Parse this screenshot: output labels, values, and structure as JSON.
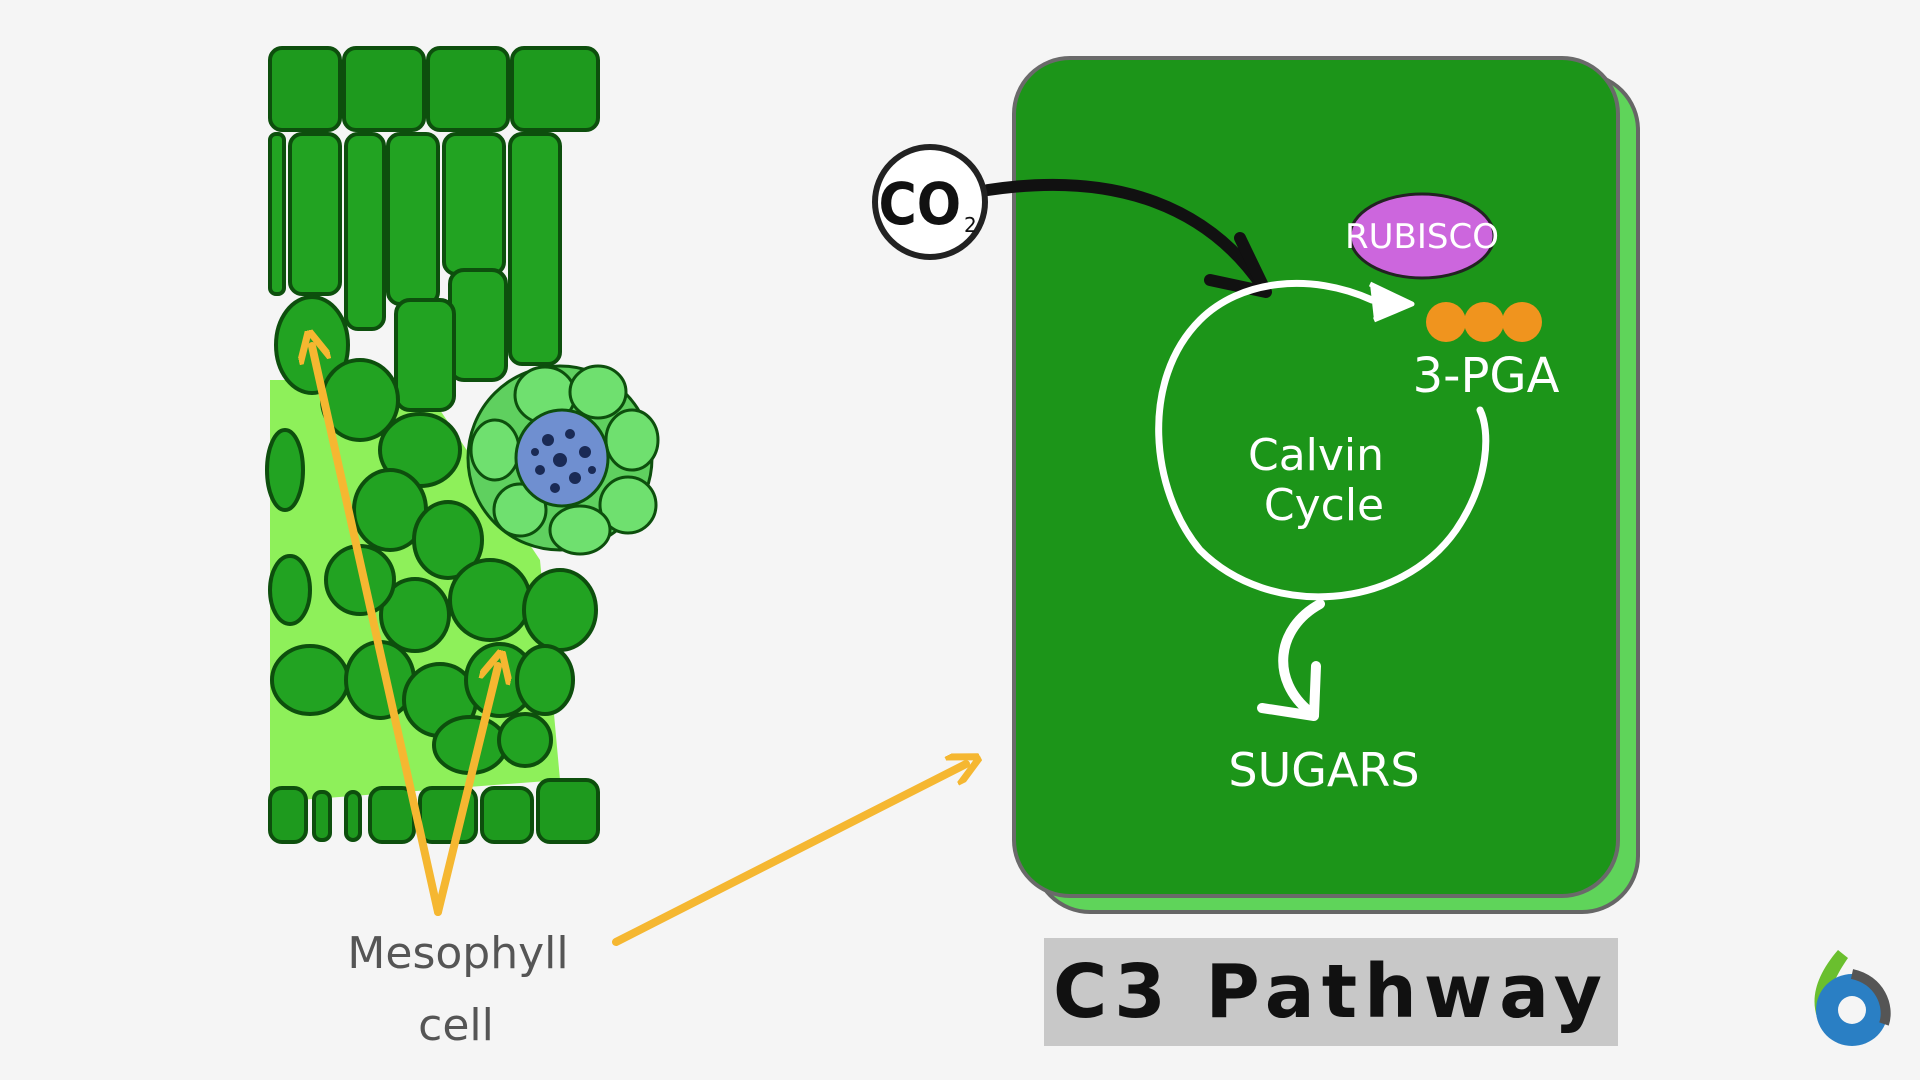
{
  "diagram": {
    "title": "C3 Pathway",
    "leaf_label_line1": "Mesophyll",
    "leaf_label_line2": "cell",
    "co2_main": "CO",
    "co2_sub": "2",
    "enzyme_label": "RUBISCO",
    "product_label": "3-PGA",
    "cycle_line1": "Calvin",
    "cycle_line2": "Cycle",
    "output_label": "SUGARS"
  },
  "colors": {
    "card_green": "#1c9519",
    "card_shadow": "#5fd45a",
    "leaf_dark": "#1e9a1e",
    "leaf_light": "#8ef05a",
    "arrow_yellow": "#f5b731",
    "rubisco": "#cc66dd",
    "pga_dots": "#f0941e"
  },
  "icons": [
    "co2-molecule-icon",
    "logo-icon"
  ]
}
